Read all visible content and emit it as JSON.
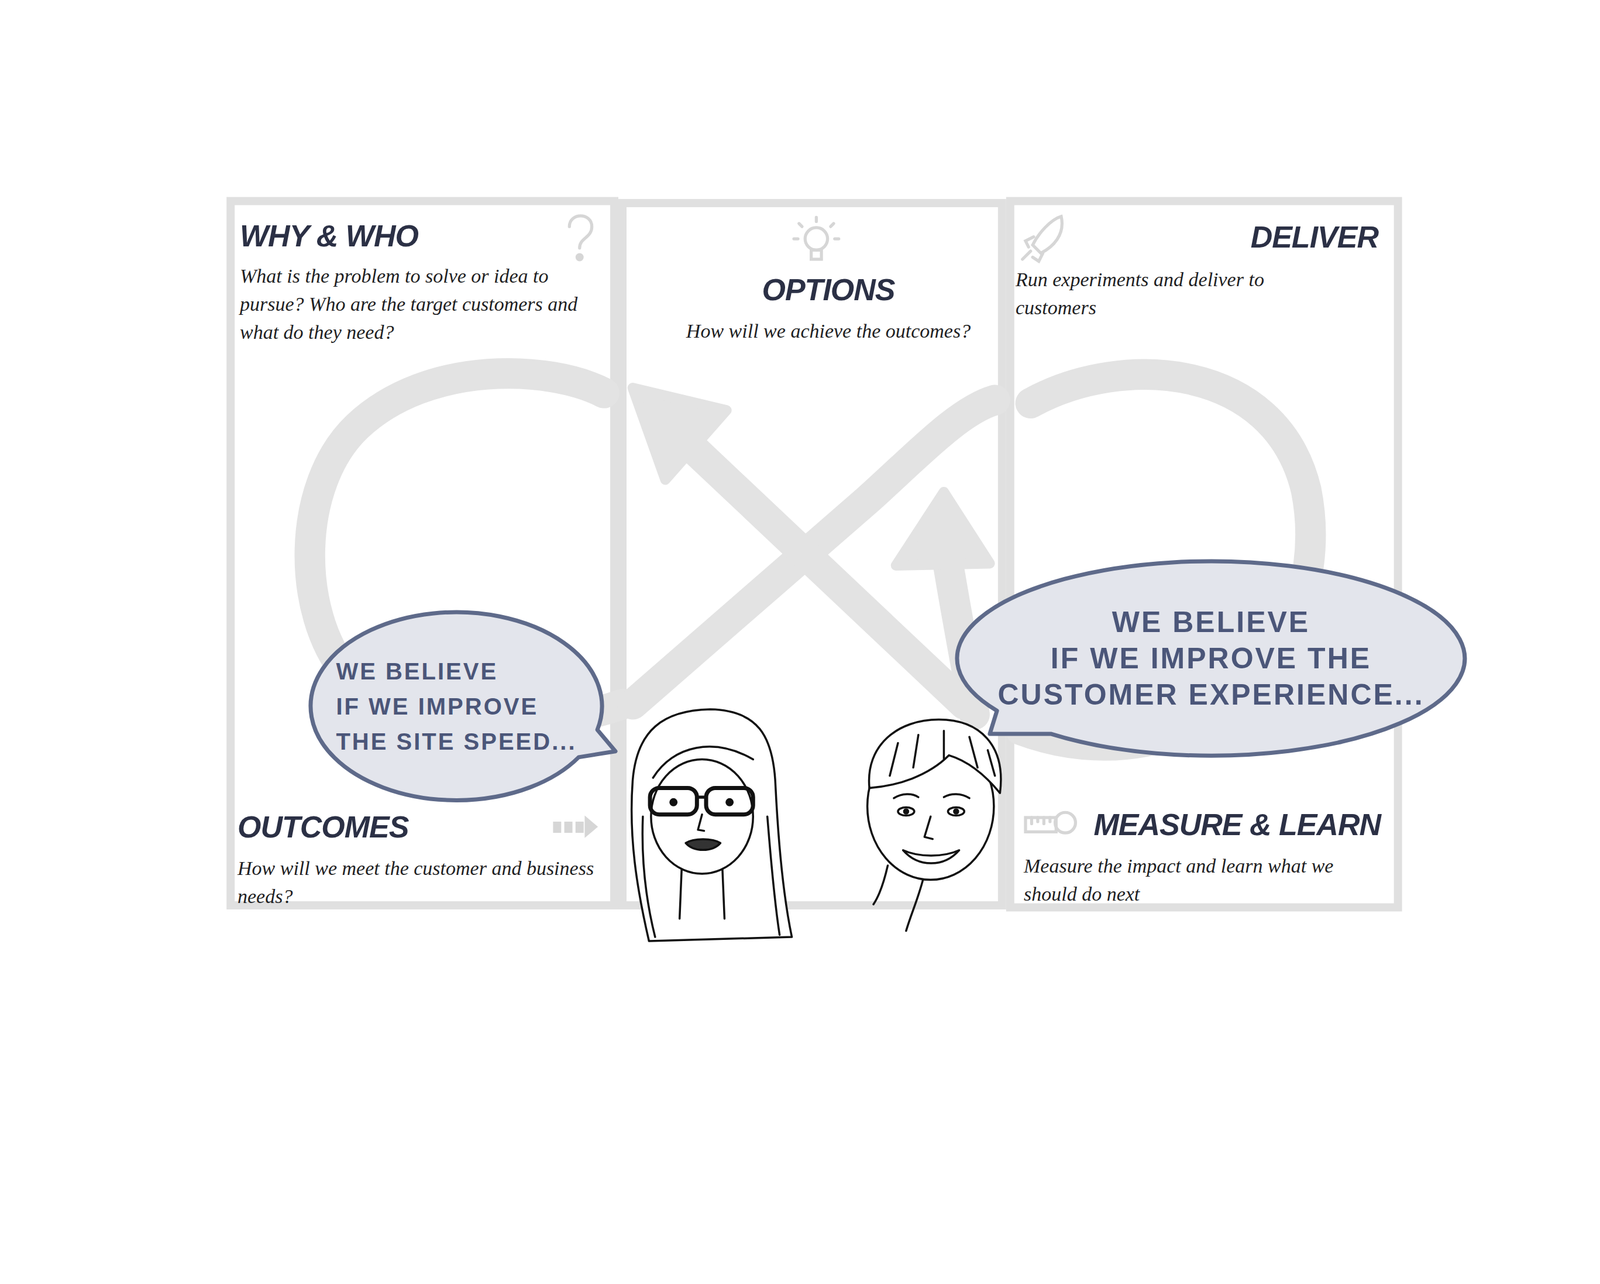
{
  "diagram": {
    "nodes": [
      {
        "text": [
          "WHY & WHO",
          "What is the problem to solve or idea to pursue? Who are the target customers and what do they need?"
        ]
      },
      {
        "text": [
          "OPTIONS",
          "How will we achieve the outcomes?"
        ]
      },
      {
        "text": [
          "DELIVER",
          "Run experiments and deliver to customers"
        ]
      },
      {
        "text": [
          "WE BELIEVE IF WE IMPROVE THE SITE SPEED..."
        ]
      },
      {
        "text": [
          "WE BELIEVE IF WE IMPROVE THE CUSTOMER EXPERIENCE..."
        ]
      },
      {
        "text": [
          "OUTCOMES",
          "How will we meet the customer and business needs?"
        ]
      },
      {
        "text": [
          "MEASURE & LEARN",
          "Measure the impact and learn what we should do next"
        ]
      }
    ]
  }
}
